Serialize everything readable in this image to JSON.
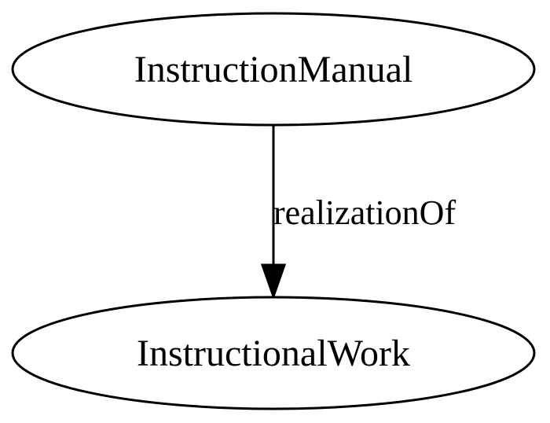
{
  "nodes": {
    "source": {
      "label": "InstructionManual"
    },
    "target": {
      "label": "InstructionalWork"
    }
  },
  "edge": {
    "label": "realizationOf"
  }
}
